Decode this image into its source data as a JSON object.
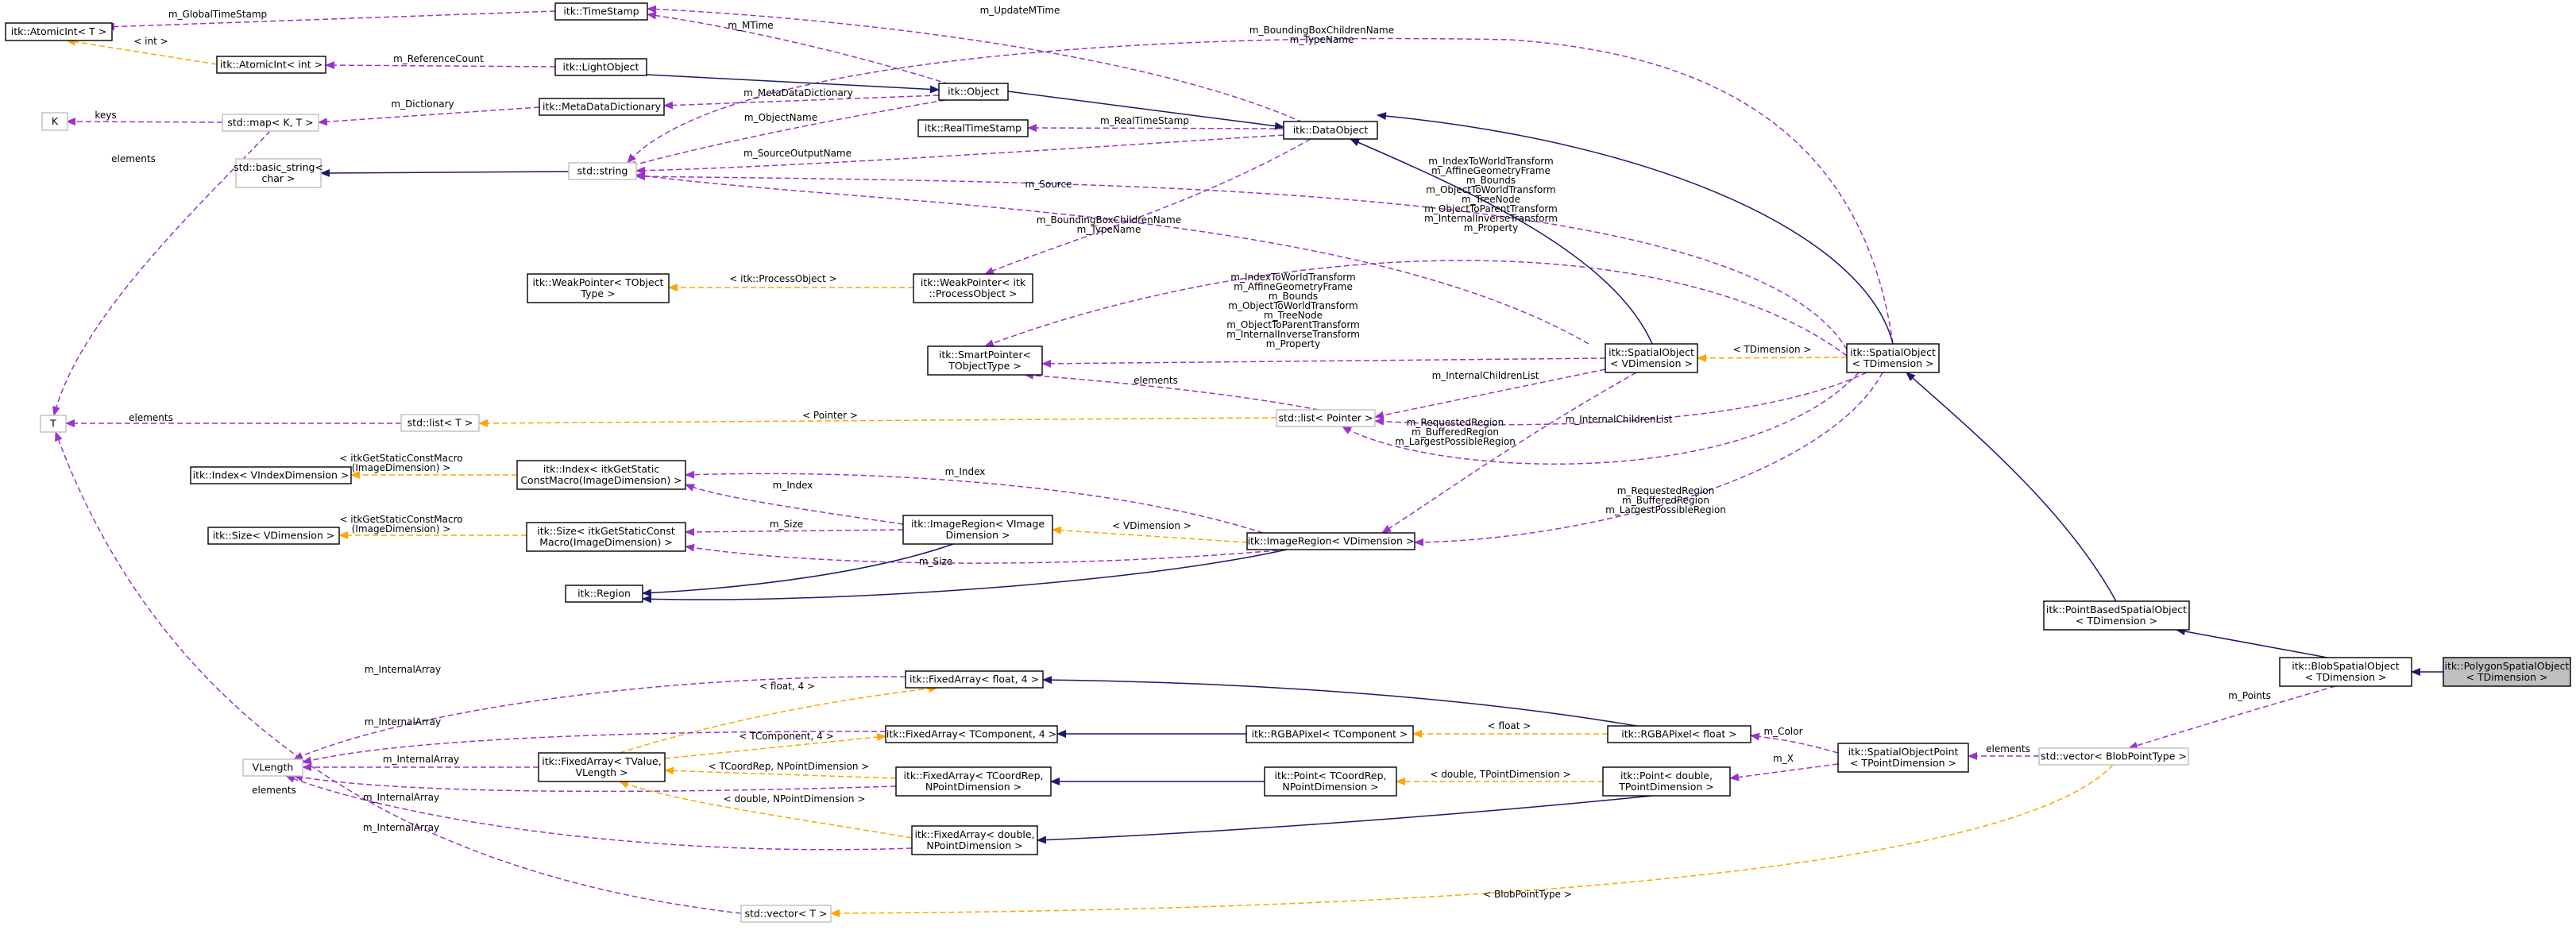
{
  "diagram": {
    "type": "collaboration-graph",
    "nodes": [
      {
        "id": "atomic_t",
        "lines": [
          "itk::AtomicInt< T >"
        ],
        "style": "normal"
      },
      {
        "id": "atomic_int",
        "lines": [
          "itk::AtomicInt< int >"
        ],
        "style": "normal"
      },
      {
        "id": "timestamp",
        "lines": [
          "itk::TimeStamp"
        ],
        "style": "normal"
      },
      {
        "id": "lightobject",
        "lines": [
          "itk::LightObject"
        ],
        "style": "normal"
      },
      {
        "id": "object",
        "lines": [
          "itk::Object"
        ],
        "style": "normal"
      },
      {
        "id": "metadict",
        "lines": [
          "itk::MetaDataDictionary"
        ],
        "style": "normal"
      },
      {
        "id": "k",
        "lines": [
          "K"
        ],
        "style": "template"
      },
      {
        "id": "stdmap",
        "lines": [
          "std::map< K, T >"
        ],
        "style": "template"
      },
      {
        "id": "realtimestamp",
        "lines": [
          "itk::RealTimeStamp"
        ],
        "style": "normal"
      },
      {
        "id": "dataobject",
        "lines": [
          "itk::DataObject"
        ],
        "style": "normal"
      },
      {
        "id": "basicstring",
        "lines": [
          "std::basic_string<",
          "char >"
        ],
        "style": "template"
      },
      {
        "id": "stdstring",
        "lines": [
          "std::string"
        ],
        "style": "template"
      },
      {
        "id": "weakptr_t",
        "lines": [
          "itk::WeakPointer< TObject",
          "Type >"
        ],
        "style": "normal"
      },
      {
        "id": "weakptr_po",
        "lines": [
          "itk::WeakPointer< itk",
          "::ProcessObject >"
        ],
        "style": "normal"
      },
      {
        "id": "smartptr",
        "lines": [
          "itk::SmartPointer<",
          "TObjectType >"
        ],
        "style": "normal"
      },
      {
        "id": "spatialobj_v",
        "lines": [
          "itk::SpatialObject",
          "< VDimension >"
        ],
        "style": "normal"
      },
      {
        "id": "spatialobj_t",
        "lines": [
          "itk::SpatialObject",
          "< TDimension >"
        ],
        "style": "normal"
      },
      {
        "id": "t",
        "lines": [
          "T"
        ],
        "style": "template"
      },
      {
        "id": "stdlist_t",
        "lines": [
          "std::list< T >"
        ],
        "style": "template"
      },
      {
        "id": "stdlist_ptr",
        "lines": [
          "std::list< Pointer >"
        ],
        "style": "template"
      },
      {
        "id": "index_v",
        "lines": [
          "itk::Index< VIndexDimension >"
        ],
        "style": "normal"
      },
      {
        "id": "index_img",
        "lines": [
          "itk::Index< itkGetStatic",
          "ConstMacro(ImageDimension) >"
        ],
        "style": "normal"
      },
      {
        "id": "size_v",
        "lines": [
          "itk::Size< VDimension >"
        ],
        "style": "normal"
      },
      {
        "id": "size_img",
        "lines": [
          "itk::Size< itkGetStaticConst",
          "Macro(ImageDimension) >"
        ],
        "style": "normal"
      },
      {
        "id": "imgregion_vi",
        "lines": [
          "itk::ImageRegion< VImage",
          "Dimension >"
        ],
        "style": "normal"
      },
      {
        "id": "imgregion_v",
        "lines": [
          "itk::ImageRegion< VDimension >"
        ],
        "style": "normal"
      },
      {
        "id": "region",
        "lines": [
          "itk::Region"
        ],
        "style": "normal"
      },
      {
        "id": "pointbased",
        "lines": [
          "itk::PointBasedSpatialObject",
          "< TDimension >"
        ],
        "style": "normal"
      },
      {
        "id": "blob",
        "lines": [
          "itk::BlobSpatialObject",
          "< TDimension >"
        ],
        "style": "normal"
      },
      {
        "id": "polygon",
        "lines": [
          "itk::PolygonSpatialObject",
          "< TDimension >"
        ],
        "style": "highlight"
      },
      {
        "id": "fa_float4",
        "lines": [
          "itk::FixedArray< float, 4 >"
        ],
        "style": "normal"
      },
      {
        "id": "fa_tcomp4",
        "lines": [
          "itk::FixedArray< TComponent, 4 >"
        ],
        "style": "normal"
      },
      {
        "id": "rgba_t",
        "lines": [
          "itk::RGBAPixel< TComponent >"
        ],
        "style": "normal"
      },
      {
        "id": "rgba_f",
        "lines": [
          "itk::RGBAPixel< float >"
        ],
        "style": "normal"
      },
      {
        "id": "vlength",
        "lines": [
          "VLength"
        ],
        "style": "template"
      },
      {
        "id": "fa_tvalue",
        "lines": [
          "itk::FixedArray< TValue,",
          "VLength >"
        ],
        "style": "normal"
      },
      {
        "id": "fa_tcoord",
        "lines": [
          "itk::FixedArray< TCoordRep,",
          "NPointDimension >"
        ],
        "style": "normal"
      },
      {
        "id": "point_tcoord",
        "lines": [
          "itk::Point< TCoordRep,",
          "NPointDimension >"
        ],
        "style": "normal"
      },
      {
        "id": "point_double",
        "lines": [
          "itk::Point< double,",
          "TPointDimension >"
        ],
        "style": "normal"
      },
      {
        "id": "sopoint",
        "lines": [
          "itk::SpatialObjectPoint",
          "< TPointDimension >"
        ],
        "style": "normal"
      },
      {
        "id": "stdvector_blob",
        "lines": [
          "std::vector< BlobPointType >"
        ],
        "style": "template"
      },
      {
        "id": "fa_double",
        "lines": [
          "itk::FixedArray< double,",
          "NPointDimension >"
        ],
        "style": "normal"
      },
      {
        "id": "stdvector_t",
        "lines": [
          "std::vector< T >"
        ],
        "style": "template"
      }
    ],
    "edge_labels": {
      "global_ts": [
        "m_GlobalTimeStamp"
      ],
      "int_tpl": [
        "< int >"
      ],
      "refcount": [
        "m_ReferenceCount"
      ],
      "mtime": [
        "m_MTime"
      ],
      "update_mtime": [
        "m_UpdateMTime"
      ],
      "bbox_dataobj": [
        "m_BoundingBoxChildrenName",
        "m_TypeName"
      ],
      "keys": [
        "keys"
      ],
      "dictionary": [
        "m_Dictionary"
      ],
      "metadict_edge": [
        "m_MetaDataDictionary"
      ],
      "objectname": [
        "m_ObjectName"
      ],
      "realtimestamp_edge": [
        "m_RealTimeStamp"
      ],
      "sourceoutput": [
        "m_SourceOutputName"
      ],
      "elements_map": [
        "elements"
      ],
      "source": [
        "m_Source"
      ],
      "so_transforms_t": [
        "m_IndexToWorldTransform",
        "m_AffineGeometryFrame",
        "m_Bounds",
        "m_ObjectToWorldTransform",
        "m_TreeNode",
        "m_ObjectToParentTransform",
        "m_InternalInverseTransform",
        "m_Property"
      ],
      "bbox_so": [
        "m_BoundingBoxChildrenName",
        "m_TypeName"
      ],
      "processobject_tpl": [
        "< itk::ProcessObject >"
      ],
      "so_transforms_v": [
        "m_IndexToWorldTransform",
        "m_AffineGeometryFrame",
        "m_Bounds",
        "m_ObjectToWorldTransform",
        "m_TreeNode",
        "m_ObjectToParentTransform",
        "m_InternalInverseTransform",
        "m_Property"
      ],
      "tdimension_tpl": [
        "< TDimension >"
      ],
      "elements_list": [
        "elements"
      ],
      "elements_t": [
        "elements"
      ],
      "pointer_tpl": [
        "< Pointer >"
      ],
      "internal_children_v": [
        "m_InternalChildrenList"
      ],
      "regions_v": [
        "m_RequestedRegion",
        "m_BufferedRegion",
        "m_LargestPossibleRegion"
      ],
      "internal_children_t": [
        "m_InternalChildrenList"
      ],
      "index_macro_tpl": [
        "< itkGetStaticConstMacro",
        "(ImageDimension) >"
      ],
      "m_index_1": [
        "m_Index"
      ],
      "m_index_2": [
        "m_Index"
      ],
      "regions_t": [
        "m_RequestedRegion",
        "m_BufferedRegion",
        "m_LargestPossibleRegion"
      ],
      "size_macro_tpl": [
        "< itkGetStaticConstMacro",
        "(ImageDimension) >"
      ],
      "m_size_1": [
        "m_Size"
      ],
      "vdimension_tpl": [
        "< VDimension >"
      ],
      "m_size_2": [
        "m_Size"
      ],
      "internal_array_1": [
        "m_InternalArray"
      ],
      "float4_tpl": [
        "< float, 4 >"
      ],
      "internal_array_2": [
        "m_InternalArray"
      ],
      "tcomp4_tpl": [
        "< TComponent, 4 >"
      ],
      "float_tpl": [
        "< float >"
      ],
      "color": [
        "m_Color"
      ],
      "internal_array_3": [
        "m_InternalArray"
      ],
      "tcoord_tpl": [
        "< TCoordRep, NPointDimension >"
      ],
      "double_tpoint_tpl": [
        "< double, TPointDimension >"
      ],
      "m_x": [
        "m_X"
      ],
      "elements_sop": [
        "elements"
      ],
      "m_points": [
        "m_Points"
      ],
      "internal_array_4": [
        "m_InternalArray"
      ],
      "double_npoint_tpl": [
        "< double, NPointDimension >"
      ],
      "elements_vlength": [
        "elements"
      ],
      "internal_array_5": [
        "m_InternalArray"
      ],
      "blobpoint_tpl": [
        "< BlobPointType >"
      ]
    }
  },
  "colors": {
    "inheritance": "#191970",
    "usage": "#9a32cd",
    "template": "#ffa500",
    "template_node_border": "#bfbfbf",
    "highlight_fill": "#bfbfbf"
  }
}
